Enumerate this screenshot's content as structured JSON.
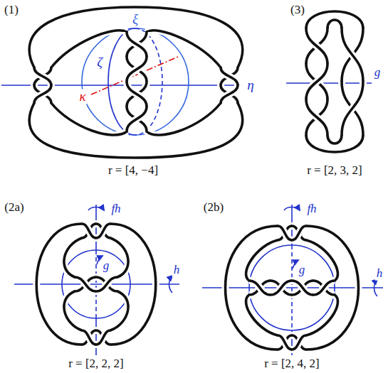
{
  "diagram": {
    "labels": [
      "(1)",
      "ξ",
      "ζ",
      "η",
      "κ",
      "r = [4, −4]",
      "(3)",
      "g",
      "r = [2, 3, 2]",
      "(2a)",
      "fh",
      "g",
      "h",
      "r = [2, 2, 2]",
      "(2b)",
      "fh",
      "g",
      "h",
      "r = [2, 4, 2]"
    ]
  }
}
